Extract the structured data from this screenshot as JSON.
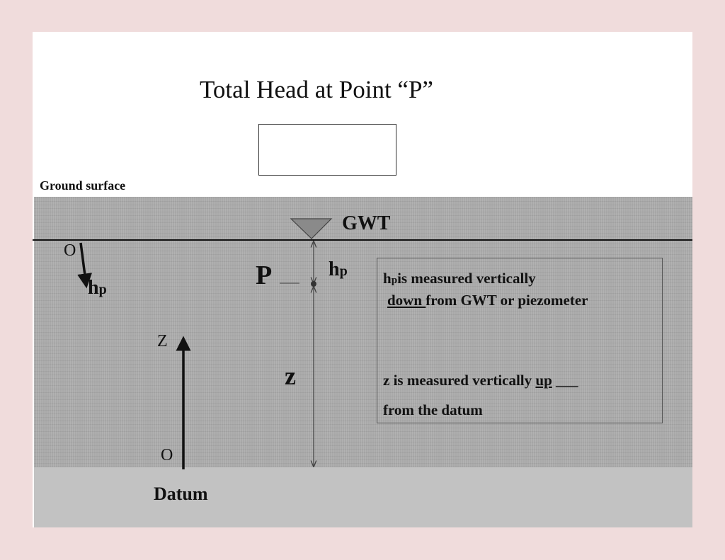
{
  "title": "Total Head at Point “P”",
  "ground_surface_label": "Ground surface",
  "gwt_label": "GWT",
  "left_arrow": {
    "origin": "O",
    "symbol_main": "h",
    "symbol_sub": "p"
  },
  "point": {
    "label": "P"
  },
  "hp_dimension": {
    "symbol_main": "h",
    "symbol_sub": "p"
  },
  "z_dimension": {
    "label": "z"
  },
  "z_arrow": {
    "label": "Z",
    "origin": "O"
  },
  "datum_label": "Datum",
  "notes": {
    "line1_sym_main": "h",
    "line1_sym_sub": "p",
    "line1_rest": "is measured vertically",
    "line2_underlined": "down ",
    "line2_rest": "from GWT or piezometer",
    "line3_text": "z is measured vertically ",
    "line3_underlined": "up",
    "line3_blank": "___",
    "line4_text": "from the datum"
  },
  "colors": {
    "page_bg": "#f0dcdc",
    "soil": "#a9a9a9",
    "datum_band": "#c2c2c2",
    "gwt_marker": "#8a8a8a"
  }
}
